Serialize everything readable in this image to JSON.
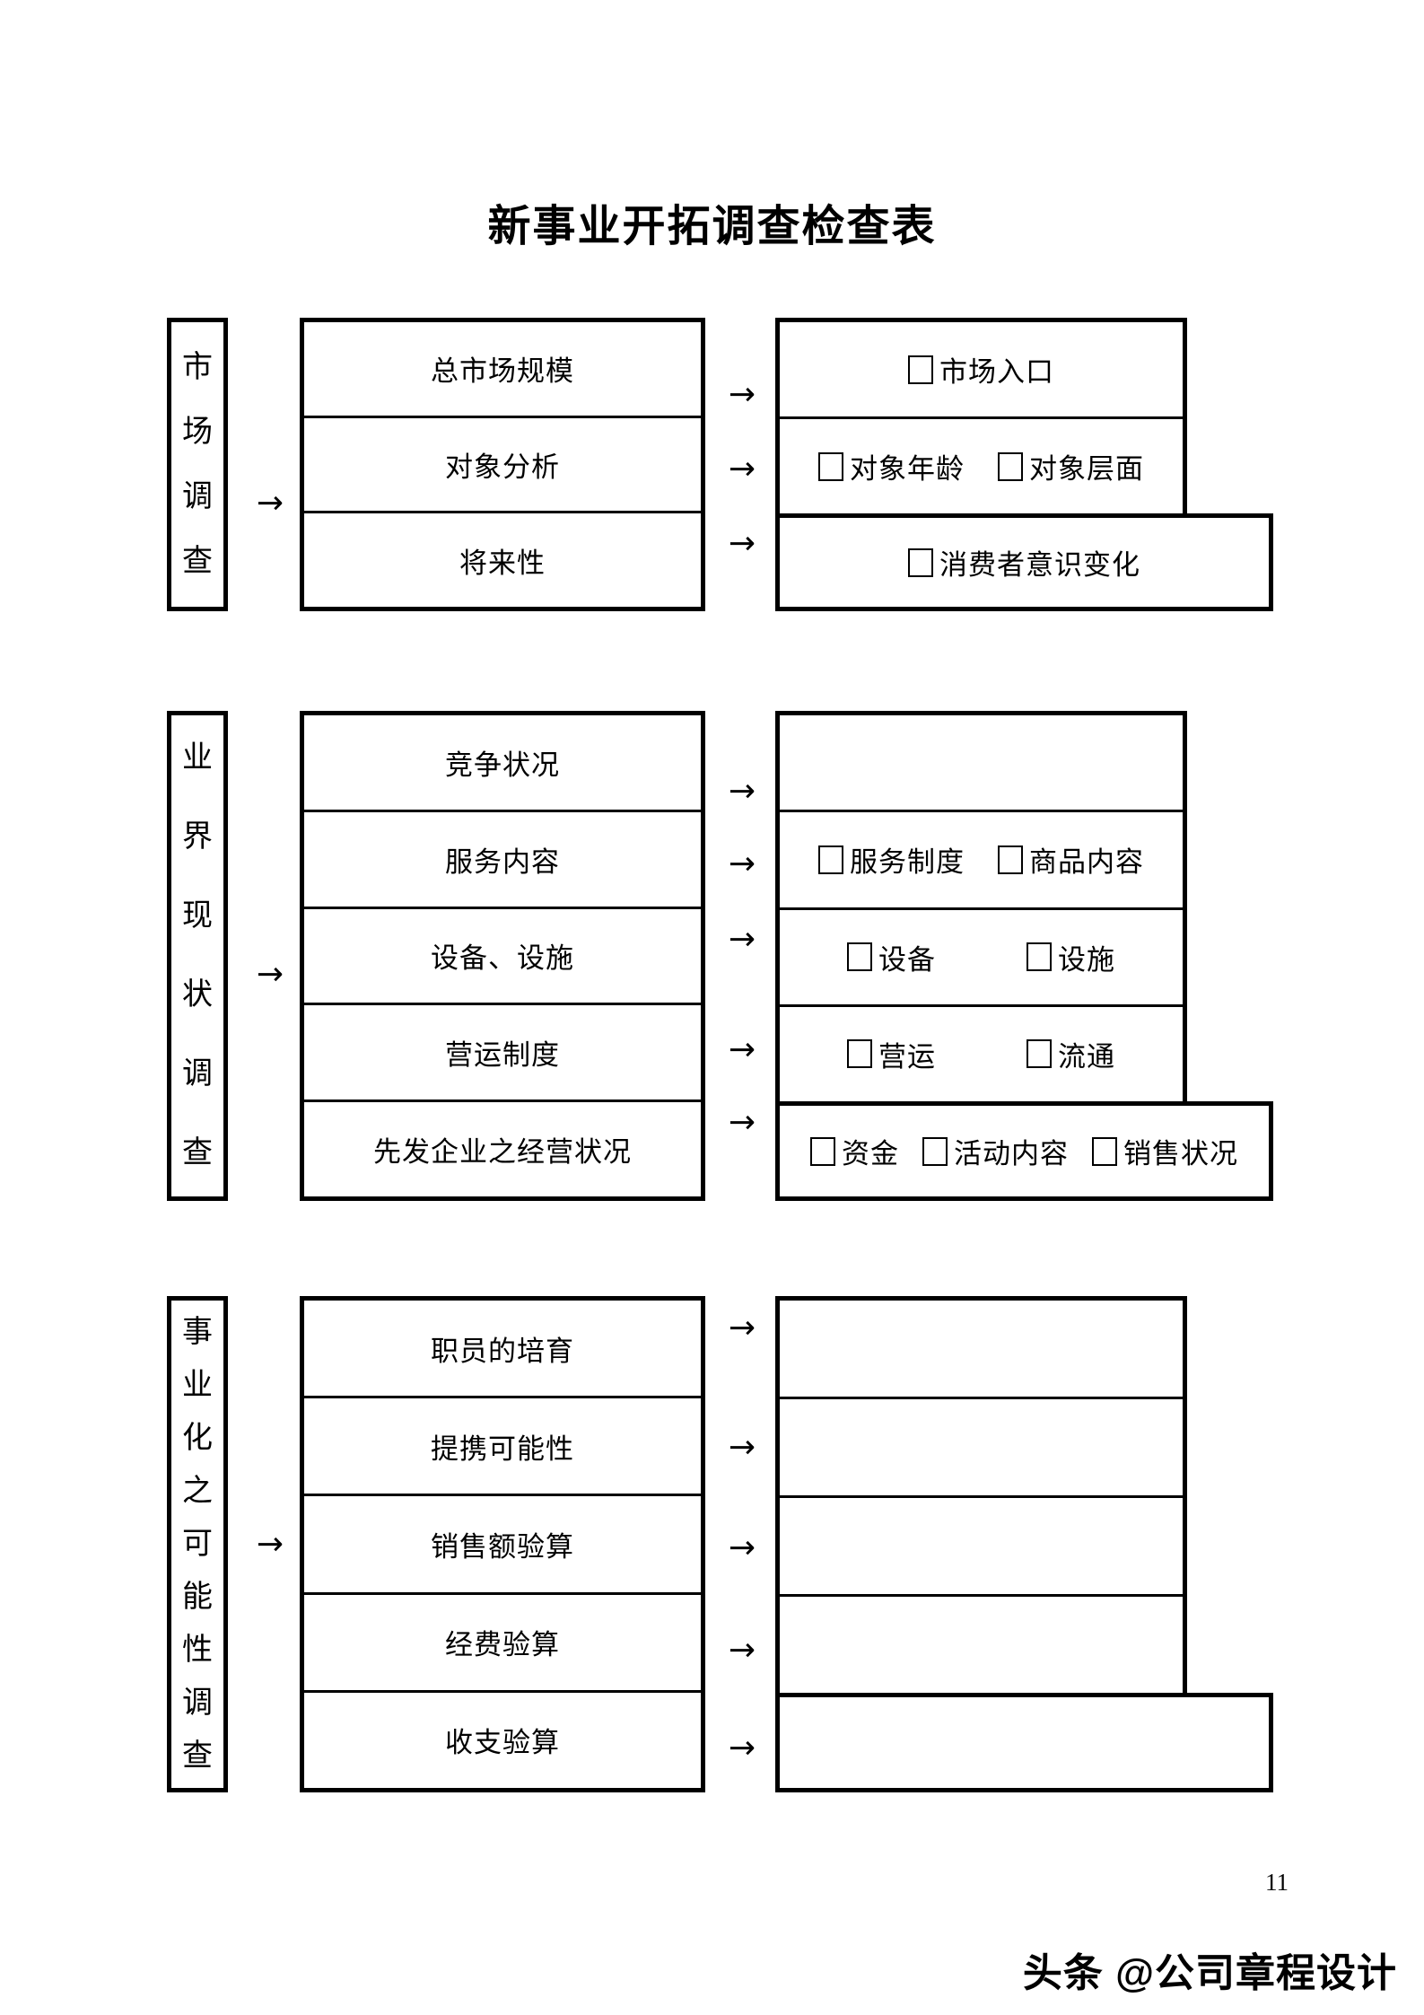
{
  "page": {
    "title": "新事业开拓调查检查表",
    "page_number": "11",
    "watermark": "头条 @公司章程设计"
  },
  "icons": {
    "arrow_right": "→",
    "checkbox_glyph": "□"
  },
  "colors": {
    "ink": "#000000",
    "paper": "#ffffff"
  },
  "sections": [
    {
      "label": "市场调查",
      "rows": [
        {
          "source": "总市场规模",
          "targets": [
            "市场入口"
          ]
        },
        {
          "source": "对象分析",
          "targets": [
            "对象年龄",
            "对象层面"
          ]
        },
        {
          "source": "将来性",
          "targets": [
            "消费者意识变化"
          ],
          "wide": true
        }
      ]
    },
    {
      "label": "业界现状调查",
      "rows": [
        {
          "source": "竞争状况",
          "targets": []
        },
        {
          "source": "服务内容",
          "targets": [
            "服务制度",
            "商品内容"
          ]
        },
        {
          "source": "设备、设施",
          "targets": [
            "设备",
            "设施"
          ]
        },
        {
          "source": "营运制度",
          "targets": [
            "营运",
            "流通"
          ]
        },
        {
          "source": "先发企业之经营状况",
          "targets": [
            "资金",
            "活动内容",
            "销售状况"
          ],
          "wide": true
        }
      ]
    },
    {
      "label": "事业化之可能性调查",
      "rows": [
        {
          "source": "职员的培育",
          "targets": []
        },
        {
          "source": "提携可能性",
          "targets": []
        },
        {
          "source": "销售额验算",
          "targets": []
        },
        {
          "source": "经费验算",
          "targets": []
        },
        {
          "source": "收支验算",
          "targets": [],
          "wide": true
        }
      ]
    }
  ]
}
